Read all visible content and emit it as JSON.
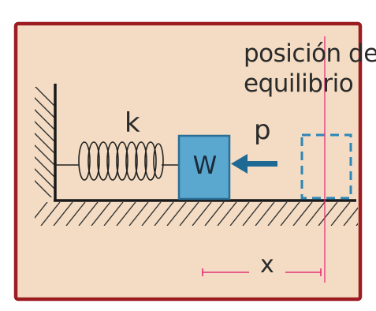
{
  "labels": {
    "equilibrium_line1": "posición de",
    "equilibrium_line2": "equilibrio",
    "spring_constant": "k",
    "force": "p",
    "block": "W",
    "displacement": "x"
  },
  "colors": {
    "background": "#f3dcc3",
    "frame": "#9c1c22",
    "block_fill": "#5aa7cf",
    "block_stroke": "#2b6f96",
    "arrow": "#1f6a95",
    "dashed_box": "#2d86b6",
    "equilibrium_line": "#e2337a",
    "ground": "#1a1a1a"
  }
}
